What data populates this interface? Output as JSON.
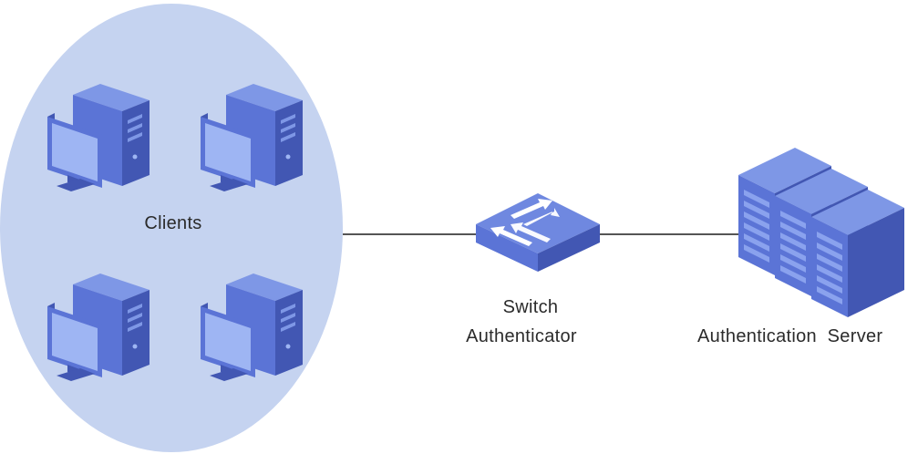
{
  "diagram": {
    "clients_label": "Clients",
    "switch_label_line1": "Switch",
    "switch_label_line2": "Authenticator",
    "server_label": "Authentication  Server"
  },
  "nodes": [
    {
      "id": "clients",
      "kind": "client-group",
      "count": 4,
      "icon": "desktop-computer-icon"
    },
    {
      "id": "switch",
      "kind": "switch",
      "icon": "network-switch-icon"
    },
    {
      "id": "server",
      "kind": "server-stack",
      "count": 3,
      "icon": "server-rack-icon"
    }
  ],
  "edges": [
    {
      "from": "clients",
      "to": "switch"
    },
    {
      "from": "switch",
      "to": "server"
    }
  ],
  "colors": {
    "ellipse_fill": "#c5d3f0",
    "icon_top": "#7e97e6",
    "icon_front": "#5b74d6",
    "icon_side": "#4257b3",
    "screen": "#9eb5f3",
    "line": "#555555"
  }
}
